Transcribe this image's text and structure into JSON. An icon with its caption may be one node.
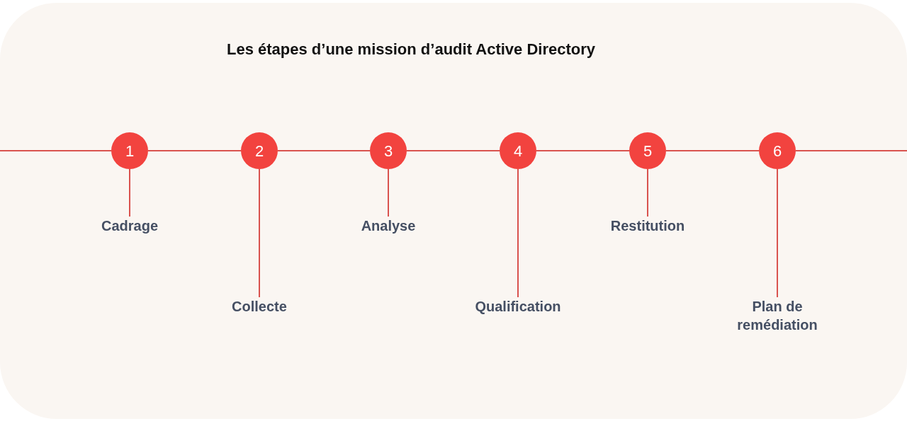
{
  "diagram": {
    "title": "Les étapes d’une mission d’audit Active Directory",
    "nodes": [
      {
        "text": [
          "1"
        ]
      },
      {
        "text": [
          "2"
        ]
      },
      {
        "text": [
          "3"
        ]
      },
      {
        "text": [
          "4"
        ]
      },
      {
        "text": [
          "5"
        ]
      },
      {
        "text": [
          "6"
        ]
      },
      {
        "text": [
          "Cadrage"
        ]
      },
      {
        "text": [
          "Collecte"
        ]
      },
      {
        "text": [
          "Analyse"
        ]
      },
      {
        "text": [
          "Qualification"
        ]
      },
      {
        "text": [
          "Restitution"
        ]
      },
      {
        "text": [
          "Plan de remédiation"
        ]
      }
    ],
    "edges": [
      {
        "from": null,
        "to": 0,
        "arrow": "none"
      },
      {
        "from": 0,
        "to": 1,
        "arrow": "none"
      },
      {
        "from": 1,
        "to": 2,
        "arrow": "none"
      },
      {
        "from": 2,
        "to": 3,
        "arrow": "none"
      },
      {
        "from": 3,
        "to": 4,
        "arrow": "none"
      },
      {
        "from": 4,
        "to": 5,
        "arrow": "none"
      },
      {
        "from": 5,
        "to": null,
        "arrow": "none"
      },
      {
        "from": 0,
        "to": 6,
        "arrow": "none"
      },
      {
        "from": 1,
        "to": 7,
        "arrow": "none"
      },
      {
        "from": 2,
        "to": 8,
        "arrow": "none"
      },
      {
        "from": 3,
        "to": 9,
        "arrow": "none"
      },
      {
        "from": 4,
        "to": 10,
        "arrow": "none"
      },
      {
        "from": 5,
        "to": 11,
        "arrow": "none"
      }
    ]
  }
}
